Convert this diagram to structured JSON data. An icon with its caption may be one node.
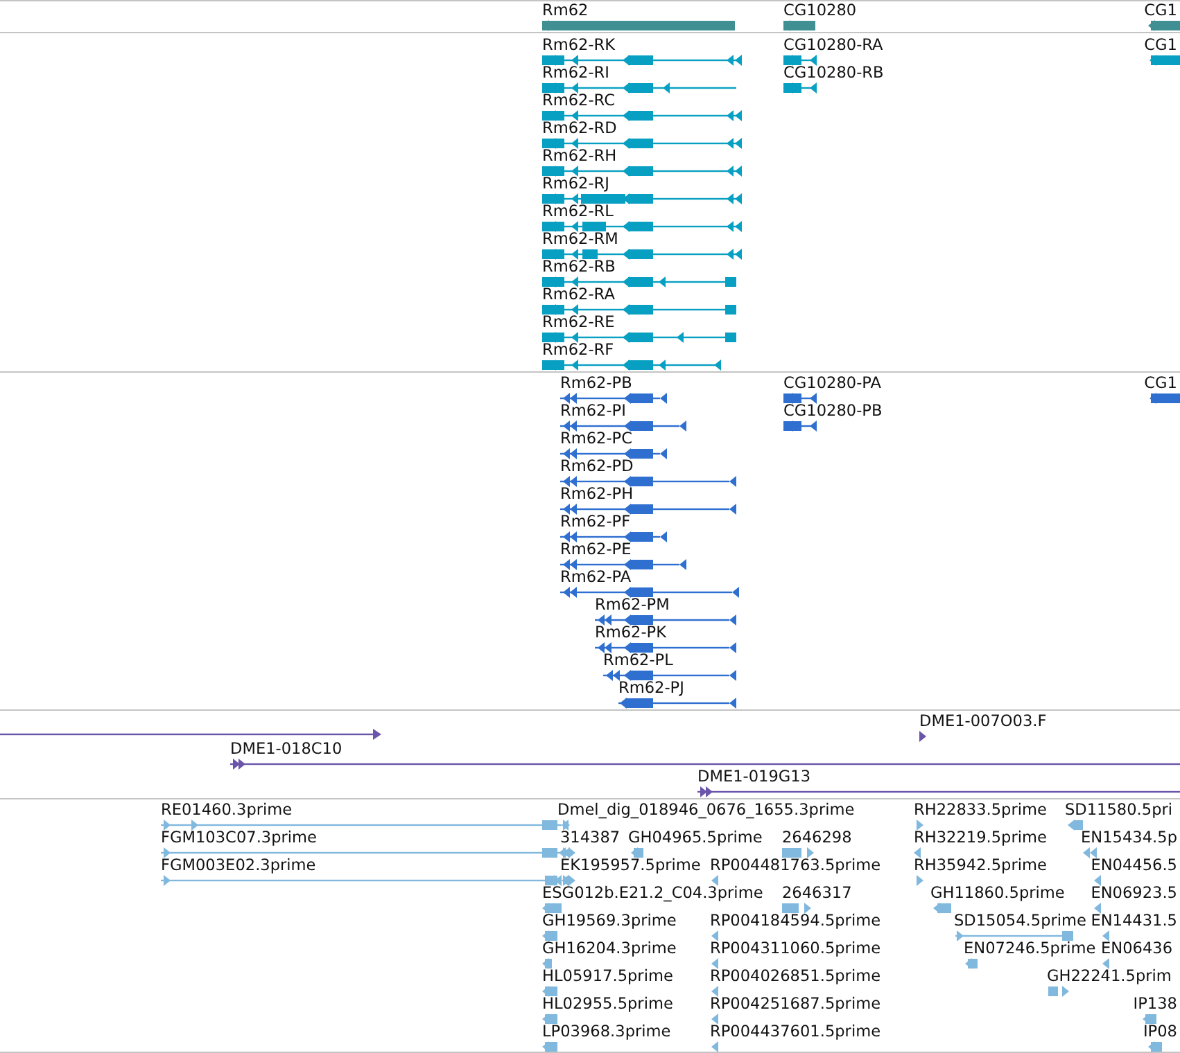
{
  "diagram": {
    "labels": [
      "Rm62",
      "CG10280",
      "CG1",
      "Rm62-RK",
      "CG10280-RA",
      "CG1",
      "Rm62-RI",
      "CG10280-RB",
      "Rm62-RC",
      "Rm62-RD",
      "Rm62-RH",
      "Rm62-RJ",
      "Rm62-RL",
      "Rm62-RM",
      "Rm62-RB",
      "Rm62-RA",
      "Rm62-RE",
      "Rm62-RF",
      "Rm62-PB",
      "CG10280-PA",
      "CG1",
      "Rm62-PI",
      "CG10280-PB",
      "Rm62-PC",
      "Rm62-PD",
      "Rm62-PH",
      "Rm62-PF",
      "Rm62-PE",
      "Rm62-PA",
      "Rm62-PM",
      "Rm62-PK",
      "Rm62-PL",
      "Rm62-PJ",
      "DME1-007O03.F",
      "DME1-018C10",
      "DME1-019G13",
      "RE01460.3prime",
      "Dmel_dig_018946_0676_1655.3prime",
      "RH22833.5prime",
      "SD11580.5pri",
      "FGM103C07.3prime",
      "314387",
      "GH04965.5prime",
      "2646298",
      "RH32219.5prime",
      "EN15434.5p",
      "FGM003E02.3prime",
      "EK195957.5prime",
      "RP004481763.5prime",
      "RH35942.5prime",
      "EN04456.5",
      "ESG012b.E21.2_C04.3prime",
      "2646317",
      "GH11860.5prime",
      "EN06923.5",
      "GH19569.3prime",
      "RP004184594.5prime",
      "SD15054.5prime",
      "EN14431.5",
      "GH16204.3prime",
      "RP004311060.5prime",
      "EN07246.5prime",
      "EN06436",
      "HL05917.5prime",
      "RP004026851.5prime",
      "GH22241.5prim",
      "HL02955.5prime",
      "RP004251687.5prime",
      "IP138",
      "LP03968.3prime",
      "RP004437601.5prime",
      "IP08"
    ]
  }
}
